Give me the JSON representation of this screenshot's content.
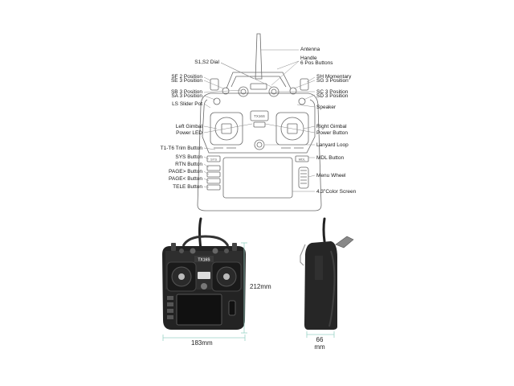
{
  "labels_left": [
    {
      "id": "s1s2-dial",
      "text": "S1,S2 Dial"
    },
    {
      "id": "sf-2-position",
      "text": "SF 2 Position"
    },
    {
      "id": "se-3-position",
      "text": "SE 3 Position"
    },
    {
      "id": "sb-3-position",
      "text": "SB 3 Position"
    },
    {
      "id": "sa-3-position",
      "text": "SA 3 Position"
    },
    {
      "id": "ls-slider-pot",
      "text": "LS Slider Pot"
    },
    {
      "id": "left-gimbal",
      "text": "Left Gimbal"
    },
    {
      "id": "power-led",
      "text": "Power LED"
    },
    {
      "id": "trim-button",
      "text": "T1-T6 Trim Button"
    },
    {
      "id": "sys-button",
      "text": "SYS Button"
    },
    {
      "id": "rtn-button",
      "text": "RTN Button"
    },
    {
      "id": "page-next-button",
      "text": "PAGE> Button"
    },
    {
      "id": "page-prev-button",
      "text": "PAGE< Button"
    },
    {
      "id": "tele-button",
      "text": "TELE Button"
    }
  ],
  "labels_right": [
    {
      "id": "antenna",
      "text": "Antenna"
    },
    {
      "id": "handle",
      "text": "Handle"
    },
    {
      "id": "six-pos-buttons",
      "text": "6 Pos Buttons"
    },
    {
      "id": "sh-momentary",
      "text": "SH Momentary"
    },
    {
      "id": "sg-3-position",
      "text": "SG 3 Position"
    },
    {
      "id": "sc-3-position",
      "text": "SC 3 Position"
    },
    {
      "id": "sd-3-position",
      "text": "SD 3 Position"
    },
    {
      "id": "speaker",
      "text": "Speaker"
    },
    {
      "id": "right-gimbal",
      "text": "Right Gimbal"
    },
    {
      "id": "power-button",
      "text": "Power Button"
    },
    {
      "id": "lanyard-loop",
      "text": "Lanyard Loop"
    },
    {
      "id": "mdl-button",
      "text": "MDL Button"
    },
    {
      "id": "menu-wheel",
      "text": "Menu Wheel"
    },
    {
      "id": "color-screen",
      "text": "4.3\"Color Screen"
    }
  ],
  "panel_text": {
    "sys": "SYS",
    "mdl": "MDL",
    "brand": "TX16S",
    "brand_small": "TX16S"
  },
  "dimensions": {
    "height": "212mm",
    "width": "183mm",
    "depth_value": "66",
    "depth_unit": "mm"
  }
}
